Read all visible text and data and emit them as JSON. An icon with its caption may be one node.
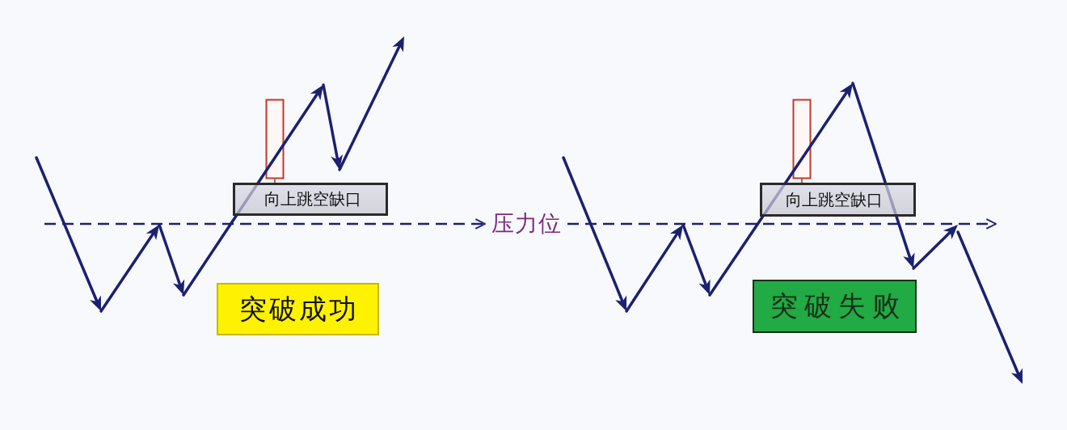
{
  "diagram": {
    "nodes": [
      {
        "text": [
          "向上跳空缺口"
        ]
      },
      {
        "text": [
          "压力位"
        ]
      },
      {
        "text": [
          "向上跳空缺口"
        ]
      },
      {
        "text": [
          "突破成功"
        ]
      },
      {
        "text": [
          "突破失败"
        ]
      }
    ],
    "edges": [
      {
        "from": null,
        "to": 1,
        "arrow": "to",
        "style": "dashed"
      },
      {
        "from": 1,
        "to": null,
        "arrow": "to",
        "style": "dashed"
      }
    ]
  }
}
